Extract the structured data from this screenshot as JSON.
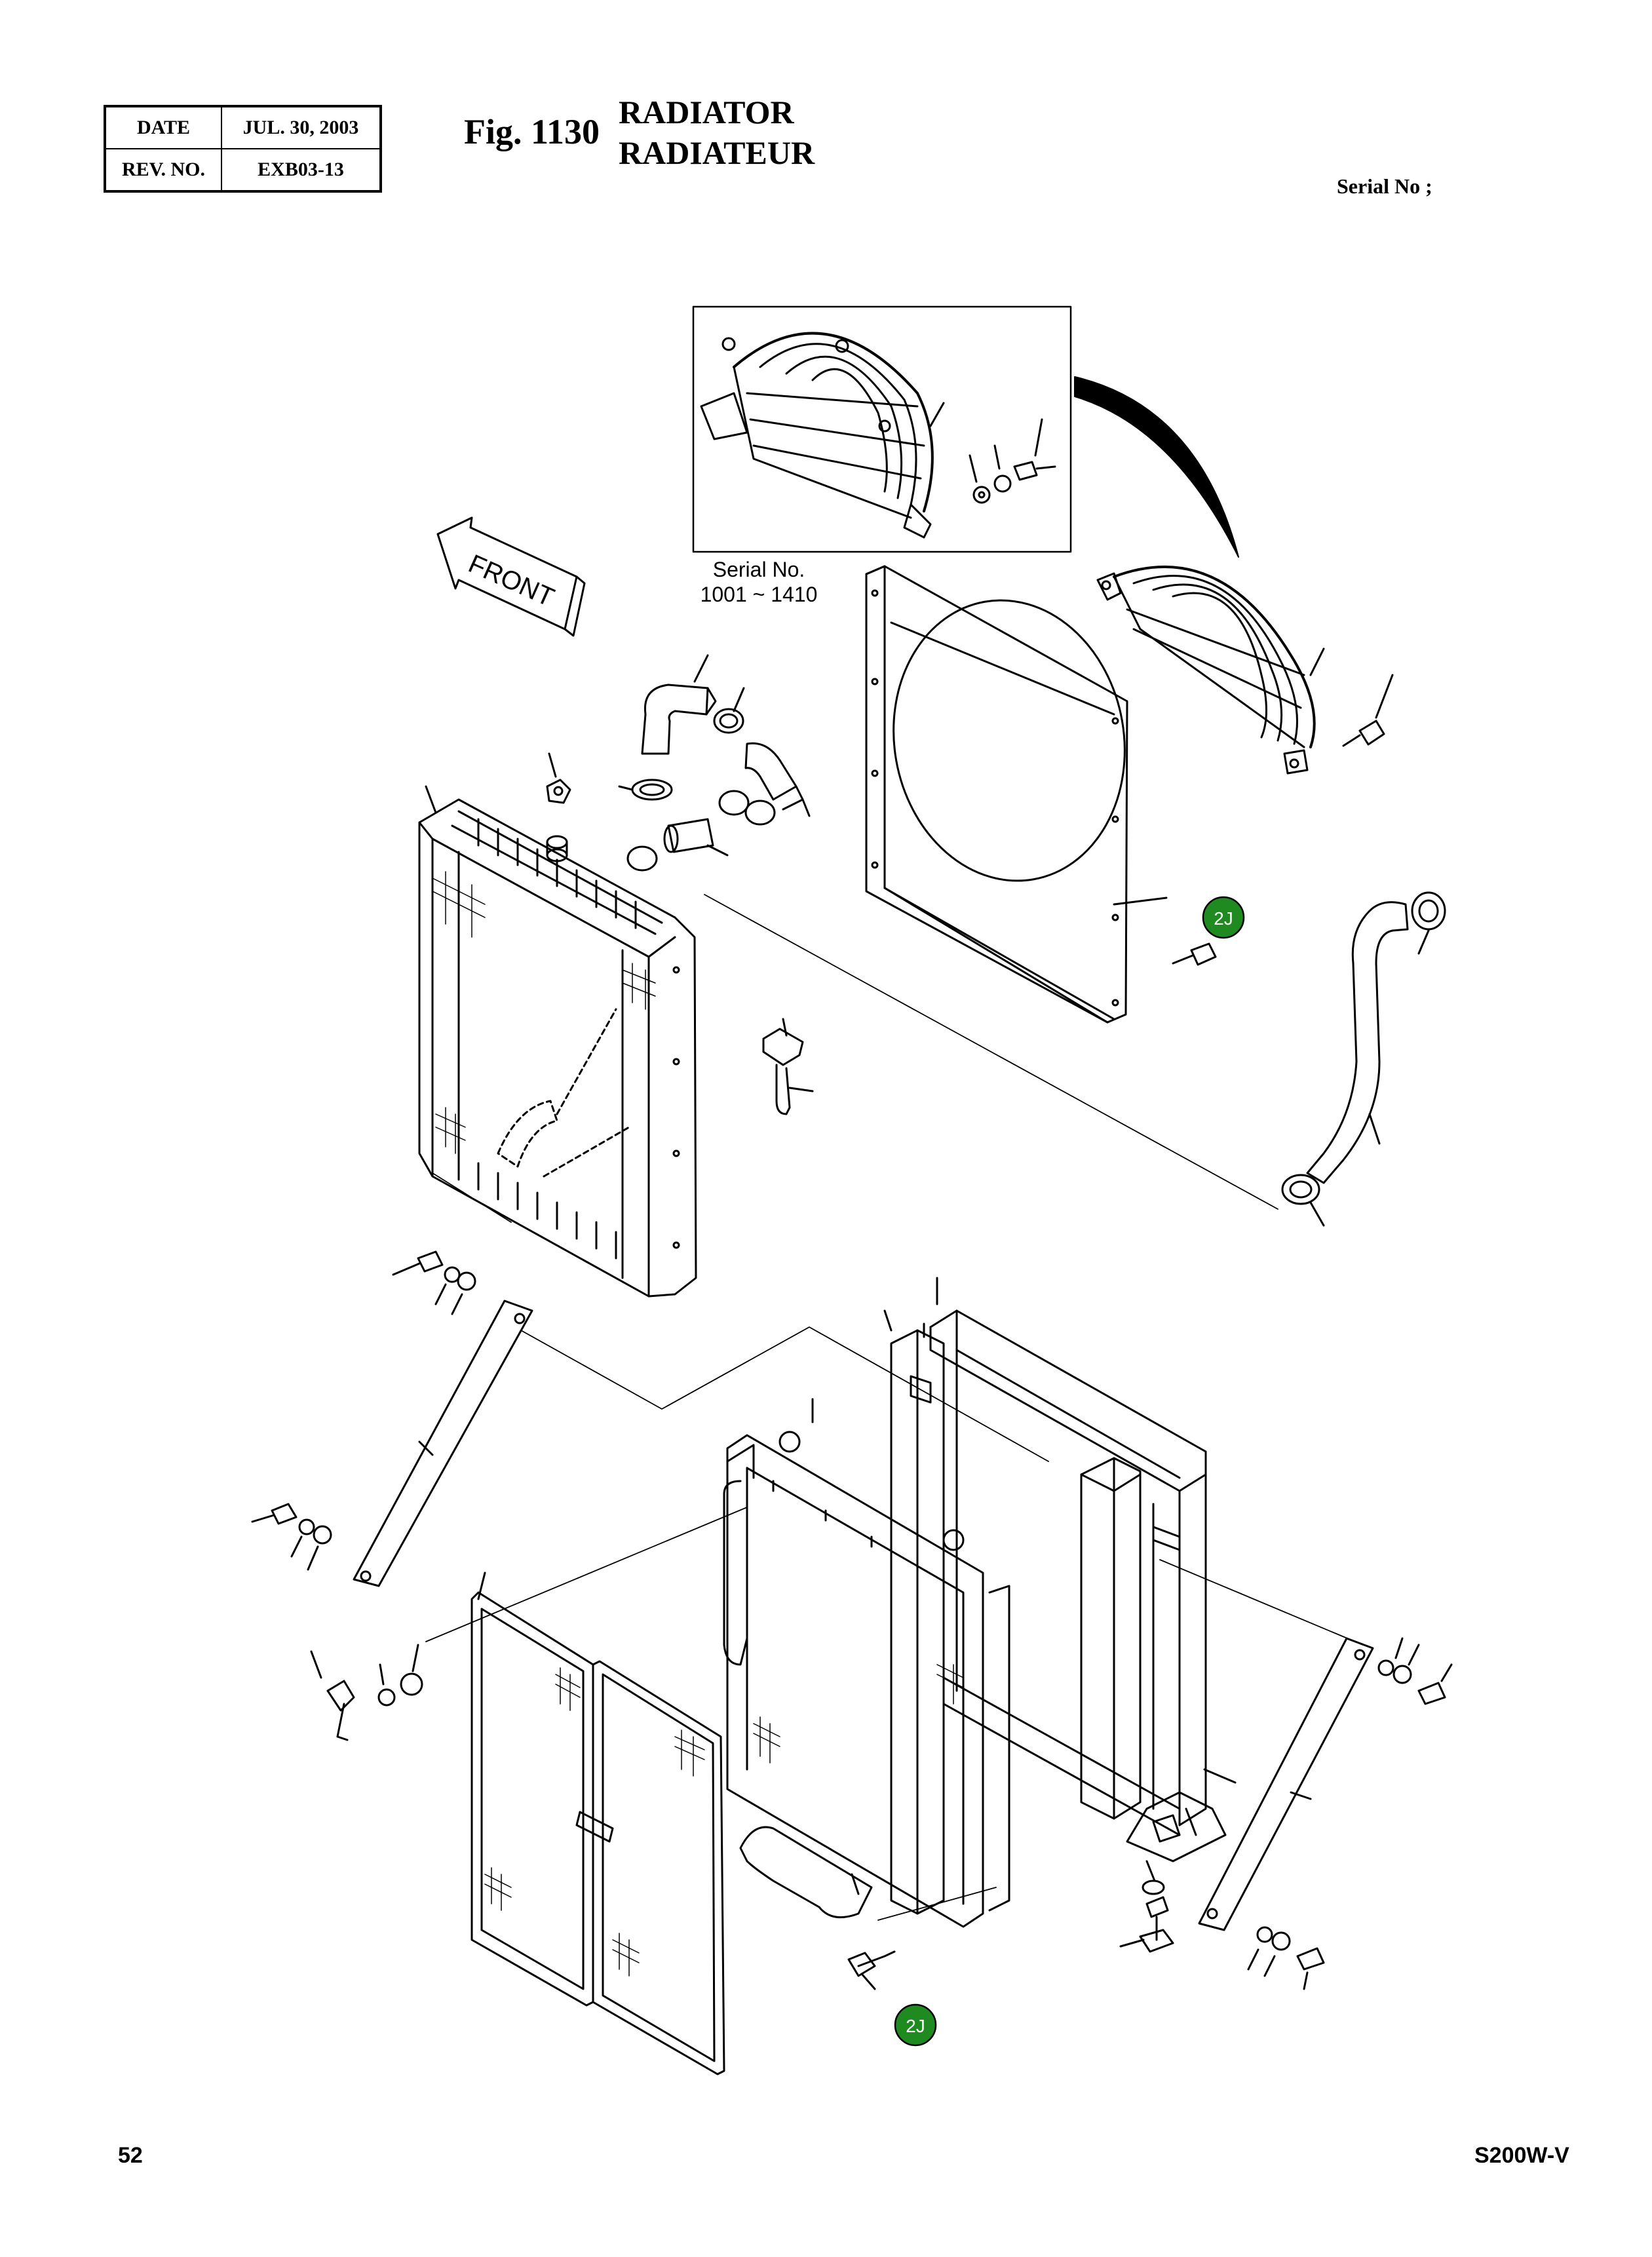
{
  "header": {
    "date_label": "DATE",
    "date_value": "JUL. 30, 2003",
    "rev_label": "REV. NO.",
    "rev_value": "EXB03-13"
  },
  "figure": {
    "number": "Fig. 1130",
    "title_en": "RADIATOR",
    "title_fr": "RADIATEUR",
    "serial_label": "Serial No ;"
  },
  "diagram": {
    "front_arrow_label": "FRONT",
    "inset_serial_line1": "Serial No.",
    "inset_serial_line2": "1001 ~ 1410",
    "reference_badge_1": "2J",
    "reference_badge_2": "2J",
    "badge_color": "#1f8a1f",
    "line_color": "#000000"
  },
  "footer": {
    "page_number": "52",
    "model": "S200W-V"
  }
}
